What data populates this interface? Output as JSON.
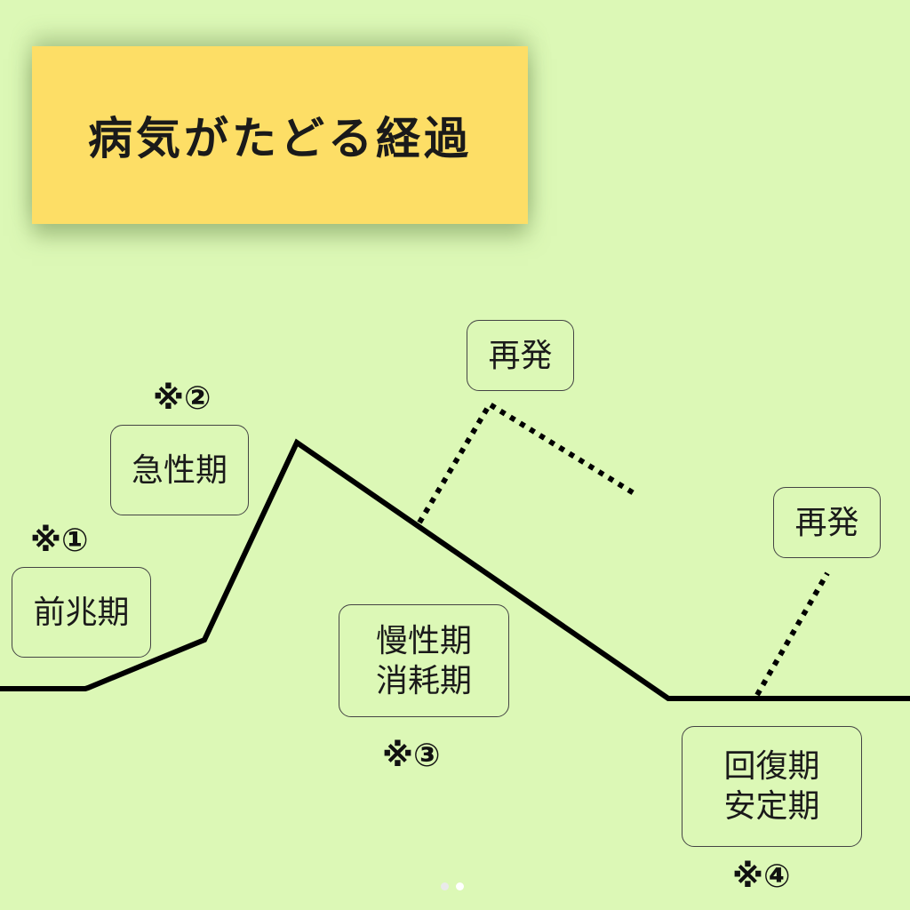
{
  "title": "病気がたどる経過",
  "stages": [
    {
      "label": "前兆期",
      "note": "※①"
    },
    {
      "label": "急性期",
      "note": "※②"
    },
    {
      "label": "慢性期\n消耗期",
      "note": "※③"
    },
    {
      "label": "回復期\n安定期",
      "note": "※④"
    }
  ],
  "relapse_labels": [
    "再発",
    "再発"
  ],
  "colors": {
    "background": "#dcf8b6",
    "title_box": "#fdde66",
    "line": "#000000"
  },
  "pagination": {
    "count": 2,
    "active_index": 1
  }
}
